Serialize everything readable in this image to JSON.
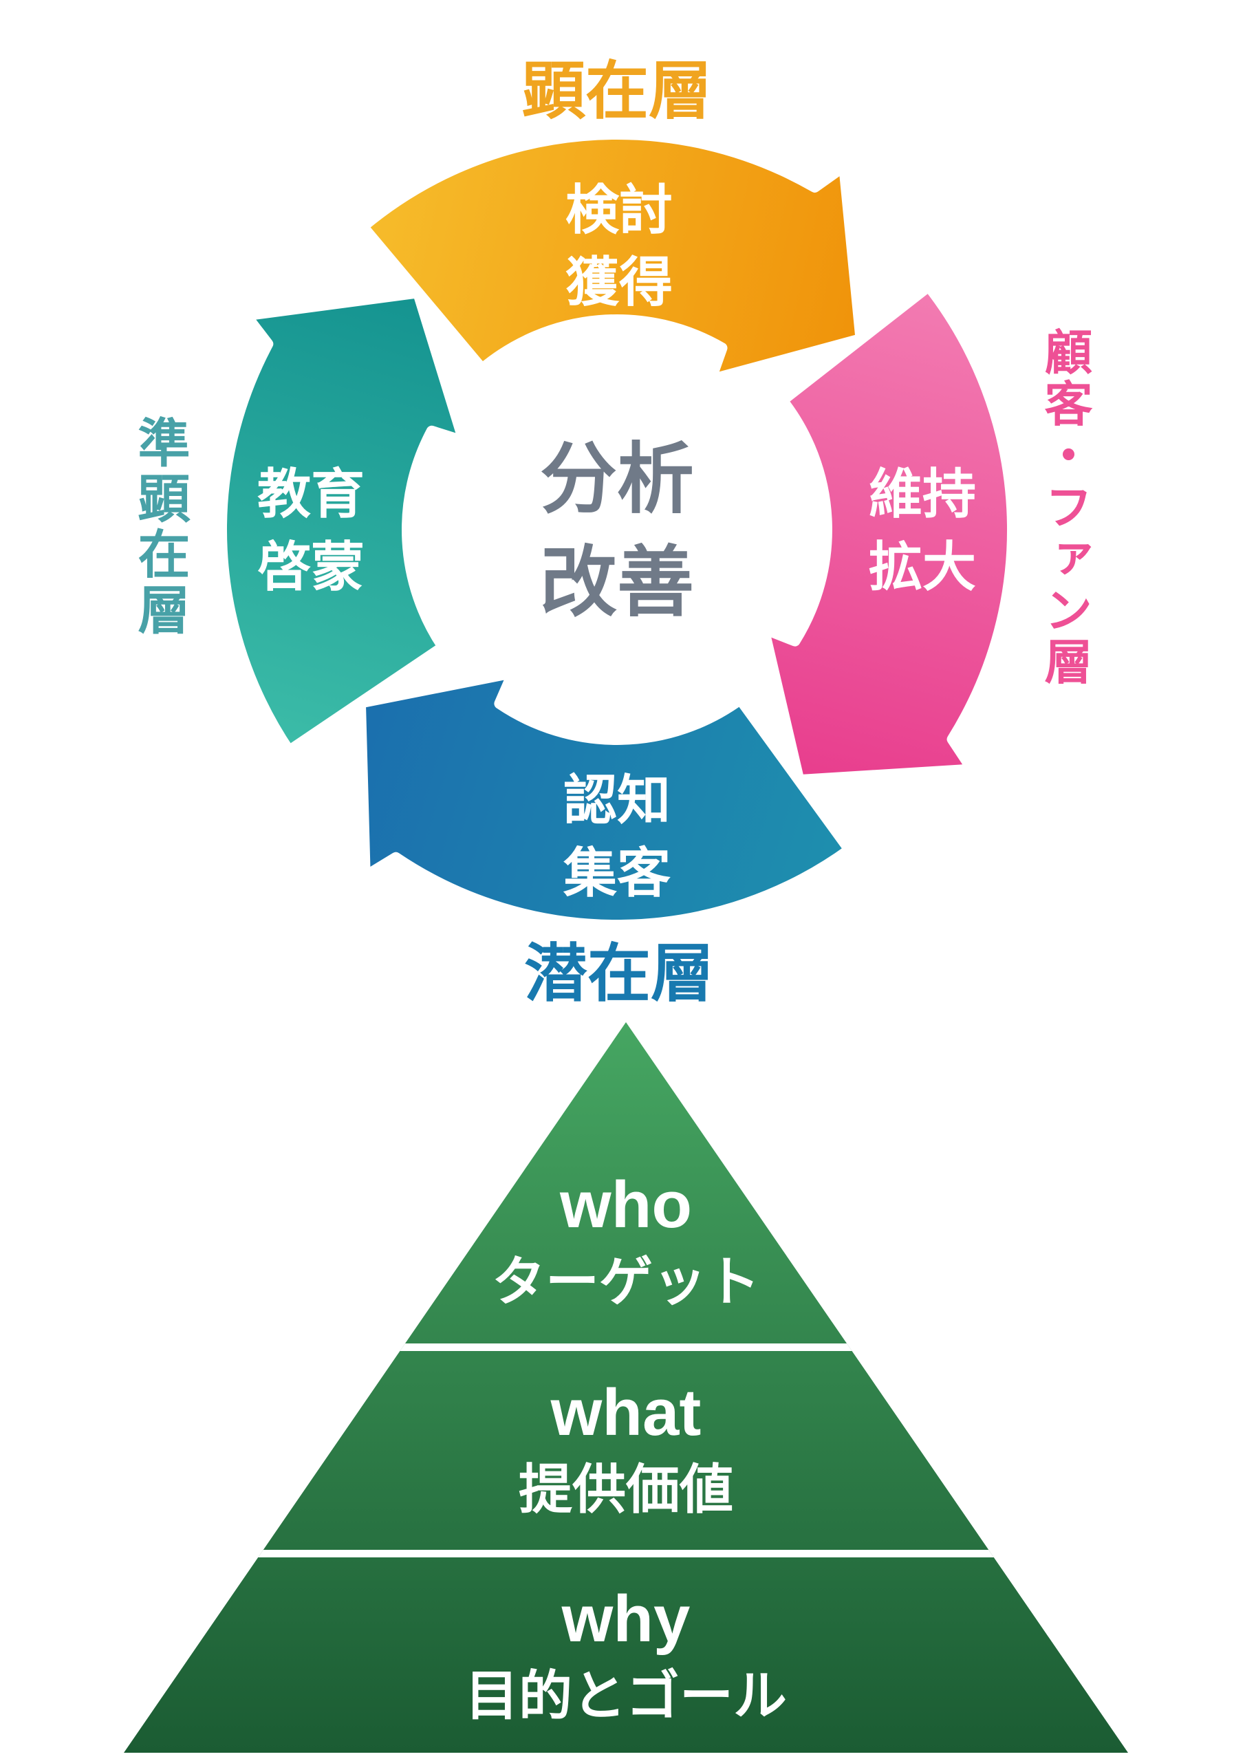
{
  "diagram": {
    "wheel": {
      "center": {
        "line1": "分析",
        "line2": "改善",
        "text_color": "#707A88"
      },
      "arrows": [
        {
          "name": "consideration-acquisition",
          "line1": "検討",
          "line2": "獲得",
          "audience_label": "顕在層",
          "gradient_start": "#F6BC2B",
          "gradient_end": "#F0930A",
          "label_color": "#F0A41F"
        },
        {
          "name": "retention-expansion",
          "line1": "維持",
          "line2": "拡大",
          "audience_label": "顧客・ファン層",
          "gradient_start": "#F37CB2",
          "gradient_end": "#E83D8D",
          "label_color": "#EE5095"
        },
        {
          "name": "awareness-attraction",
          "line1": "認知",
          "line2": "集客",
          "audience_label": "潜在層",
          "gradient_start": "#1E8FAE",
          "gradient_end": "#1B6FAE",
          "label_color": "#1879AF"
        },
        {
          "name": "education-enlightenment",
          "line1": "教育",
          "line2": "啓蒙",
          "audience_label": "準顕在層",
          "gradient_start": "#3CBCA8",
          "gradient_end": "#149390",
          "label_color": "#48A1A7"
        }
      ]
    },
    "pyramid": {
      "gradient_top": "#46A662",
      "gradient_bottom": "#1B5C33",
      "tiers": [
        {
          "en": "who",
          "ja": "ターゲット"
        },
        {
          "en": "what",
          "ja": "提供価値"
        },
        {
          "en": "why",
          "ja": "目的とゴール"
        }
      ]
    }
  }
}
